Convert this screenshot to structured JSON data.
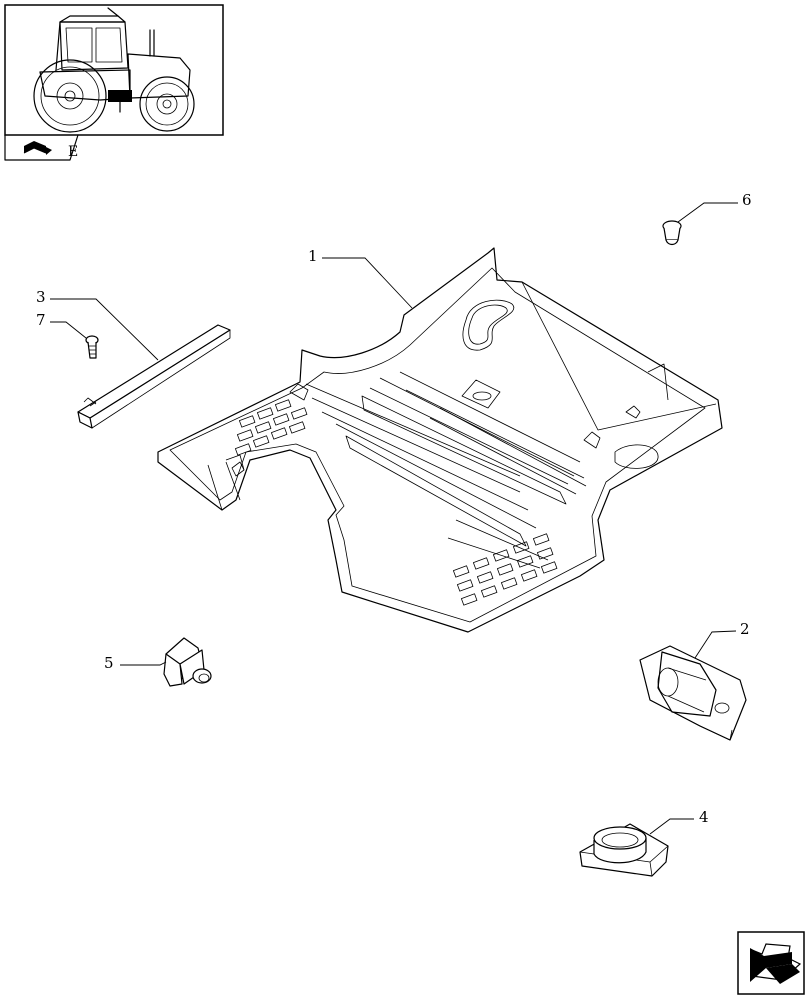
{
  "thumbnail": {
    "page_ref": "E"
  },
  "callouts": [
    {
      "id": "1",
      "label": "1"
    },
    {
      "id": "2",
      "label": "2"
    },
    {
      "id": "3",
      "label": "3"
    },
    {
      "id": "4",
      "label": "4"
    },
    {
      "id": "5",
      "label": "5"
    },
    {
      "id": "6",
      "label": "6"
    },
    {
      "id": "7",
      "label": "7"
    }
  ],
  "icons": {
    "book": "book-icon",
    "next_page": "next-page-arrow-icon"
  }
}
